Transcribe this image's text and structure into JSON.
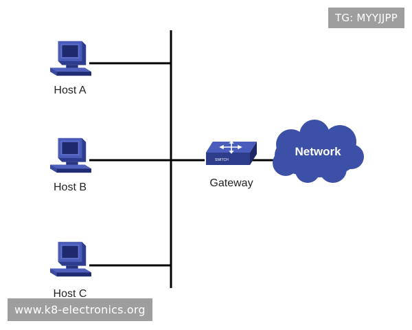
{
  "watermark_top": "TG: MYYJJPP",
  "watermark_bottom": "www.k8-electronics.org",
  "hosts": [
    {
      "label": "Host A",
      "icon": "desktop-computer-icon"
    },
    {
      "label": "Host B",
      "icon": "desktop-computer-icon"
    },
    {
      "label": "Host C",
      "icon": "desktop-computer-icon"
    }
  ],
  "gateway": {
    "label": "Gateway",
    "icon": "switch-icon",
    "device_text": "SWITCH"
  },
  "network": {
    "label": "Network",
    "icon": "cloud-icon"
  },
  "colors": {
    "device_blue": "#3d4fa5",
    "device_dark": "#1d2766",
    "cloud": "#3d50a8",
    "line": "#000000"
  }
}
